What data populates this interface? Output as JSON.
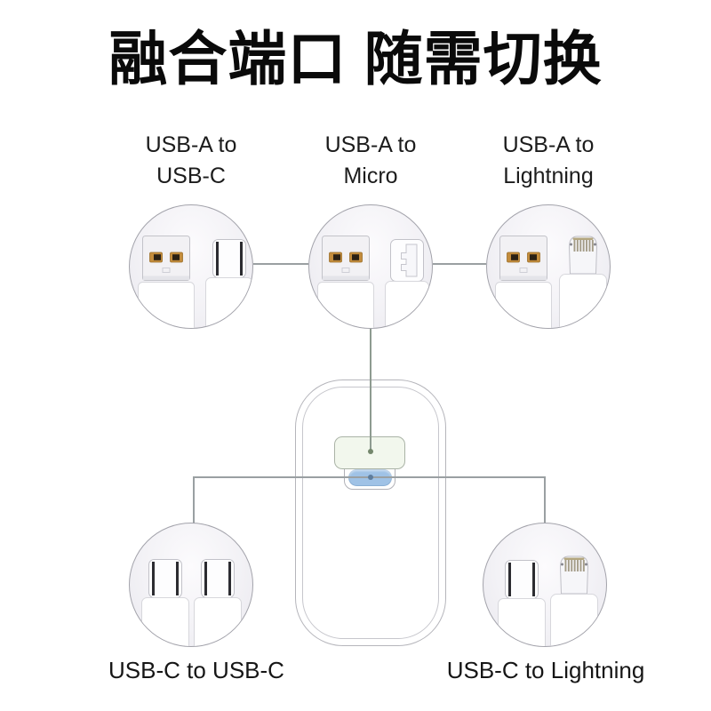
{
  "title": "融合端口 随需切换",
  "top_row": [
    {
      "label": [
        "USB-A to",
        "USB-C"
      ],
      "ports": [
        "usb-a",
        "usb-c"
      ]
    },
    {
      "label": [
        "USB-A to",
        "Micro"
      ],
      "ports": [
        "usb-a",
        "micro"
      ]
    },
    {
      "label": [
        "USB-A to",
        "Lightning"
      ],
      "ports": [
        "usb-a",
        "lightning"
      ]
    }
  ],
  "bottom_row": [
    {
      "label": "USB-C to USB-C",
      "ports": [
        "usb-c",
        "usb-c"
      ]
    },
    {
      "label": "USB-C to Lightning",
      "ports": [
        "usb-c",
        "lightning"
      ]
    }
  ],
  "colors": {
    "line": "#9aa0a2",
    "line_green": "#8e9b90",
    "device_outline": "#b5b5bb",
    "green_port_fill": "#f2f7ed",
    "green_dot": "#74876c",
    "blue_port_fill": "#9fc2e6",
    "blue_dot": "#5e7d9d"
  }
}
